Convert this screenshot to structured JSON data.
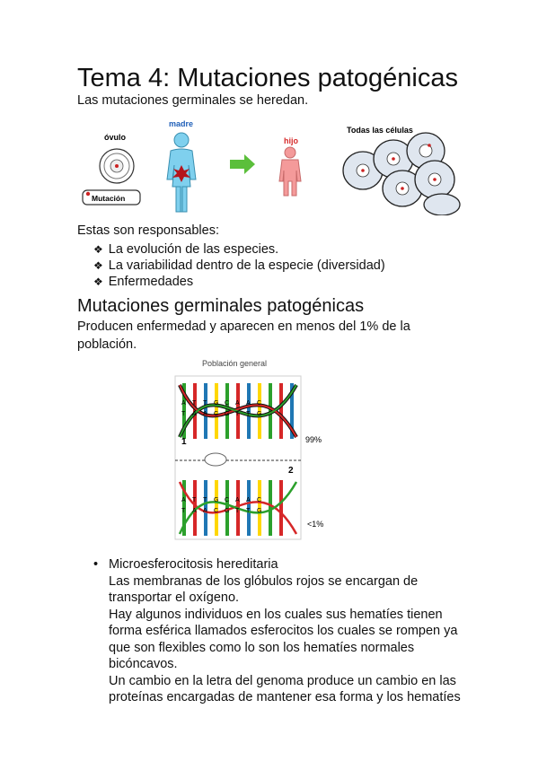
{
  "title": "Tema 4: Mutaciones patogénicas",
  "intro": "Las mutaciones germinales se heredan.",
  "figure1": {
    "ovulo": "óvulo",
    "madre": "madre",
    "hijo": "hijo",
    "todas": "Todas las células",
    "mutacion": "Mutación",
    "colors": {
      "label_red": "#d62a2a",
      "label_blue": "#1f5fb8",
      "body": "#7fd0ee",
      "child": "#f49a9a",
      "arrow": "#5bbf3b"
    }
  },
  "responsables_intro": "Estas son responsables:",
  "bullets": [
    "La evolución de las especies.",
    "La variabilidad dentro de la especie (diversidad)",
    "Enfermedades"
  ],
  "subtitle": "Mutaciones germinales patogénicas",
  "paragraph": "Producen enfermedad y aparecen en menos del 1% de la población.",
  "figure2": {
    "title": "Población general",
    "label1": "1",
    "label2": "2",
    "pct_top": "99%",
    "pct_bottom": "<1%",
    "bases_top": [
      "A",
      "T",
      "T",
      "G",
      "C",
      "A",
      "A",
      "C"
    ],
    "bases_bottom": [
      "T",
      "A",
      "A",
      "C",
      "G",
      "T",
      "T",
      "G"
    ]
  },
  "microesferocitosis": {
    "heading": "Microesferocitosis hereditaria",
    "p1": "Las membranas de los glóbulos rojos se encargan de transportar el oxígeno.",
    "p2": "Hay algunos individuos en los cuales sus hematíes tienen forma esférica llamados esferocitos los cuales se rompen ya que son flexibles como lo son los hematíes normales bicóncavos.",
    "p3": "Un cambio en la letra del genoma produce un cambio en las proteínas encargadas de mantener esa forma y los hematíes"
  }
}
